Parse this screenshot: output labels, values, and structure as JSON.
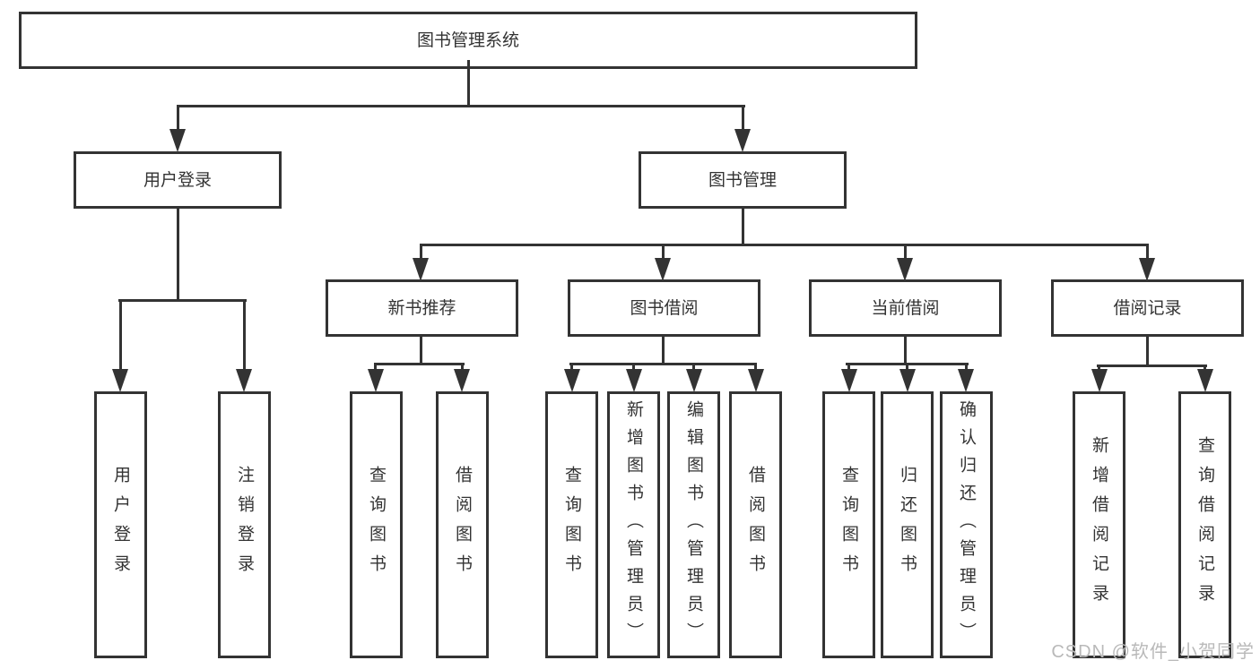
{
  "diagram": {
    "tree": {
      "root": {
        "label": "图书管理系统"
      },
      "branches": [
        {
          "label": "用户登录",
          "children": [
            {
              "label": "用户登录"
            },
            {
              "label": "注销登录"
            }
          ]
        },
        {
          "label": "图书管理",
          "children": [
            {
              "label": "新书推荐",
              "children": [
                {
                  "label": "查询图书"
                },
                {
                  "label": "借阅图书"
                }
              ]
            },
            {
              "label": "图书借阅",
              "children": [
                {
                  "label": "查询图书"
                },
                {
                  "label": "新增图书（管理员）"
                },
                {
                  "label": "编辑图书（管理员）"
                },
                {
                  "label": "借阅图书"
                }
              ]
            },
            {
              "label": "当前借阅",
              "children": [
                {
                  "label": "查询图书"
                },
                {
                  "label": "归还图书"
                },
                {
                  "label": "确认归还（管理员）"
                }
              ]
            },
            {
              "label": "借阅记录",
              "children": [
                {
                  "label": "新增借阅记录"
                },
                {
                  "label": "查询借阅记录"
                }
              ]
            }
          ]
        }
      ]
    },
    "watermark": {
      "text": "CSDN @软件_小贺同学"
    },
    "colors": {
      "line_color": "#333333",
      "text_color": "#333333",
      "watermark_color": "#b9b9b9",
      "background": "#ffffff"
    }
  }
}
